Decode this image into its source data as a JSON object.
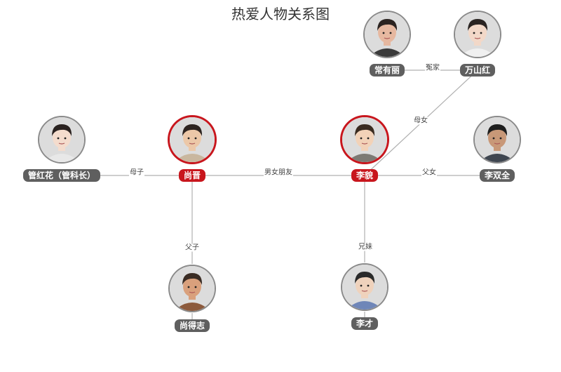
{
  "title": "热爱人物关系图",
  "colors": {
    "main": "#c8161d",
    "secondary": "#5f5f5f",
    "line": "#b0b0b0"
  },
  "people": {
    "changyouli": {
      "name": "常有丽",
      "main": false,
      "skin": "#e6b8a0",
      "hair": "#2b2320",
      "cloth": "#3a3a3a"
    },
    "wanshanhong": {
      "name": "万山红",
      "main": false,
      "skin": "#f2d8c8",
      "hair": "#2a2422",
      "cloth": "#f0f0f0"
    },
    "guanhonghua": {
      "name": "管红花（管科长）",
      "main": false,
      "skin": "#f4dccd",
      "hair": "#2a2220",
      "cloth": "#e8e8e8"
    },
    "shangjin": {
      "name": "尚晋",
      "main": true,
      "skin": "#ecc8a8",
      "hair": "#2d2420",
      "cloth": "#c9b79f"
    },
    "limao": {
      "name": "李貌",
      "main": true,
      "skin": "#f2d2b8",
      "hair": "#3a2b20",
      "cloth": "#7d7a74"
    },
    "lishuangquan": {
      "name": "李双全",
      "main": false,
      "skin": "#c89878",
      "hair": "#1e1e1e",
      "cloth": "#3f4650"
    },
    "shangdezhi": {
      "name": "尚得志",
      "main": false,
      "skin": "#d9a07c",
      "hair": "#3a2c24",
      "cloth": "#8c5a3c"
    },
    "licai": {
      "name": "李才",
      "main": false,
      "skin": "#efd2bc",
      "hair": "#2a2a2a",
      "cloth": "#6f86b8"
    }
  },
  "relations": {
    "changyouli_wanshanhong": "冤家",
    "wanshanhong_limao": "母女",
    "guanhonghua_shangjin": "母子",
    "shangjin_limao": "男女朋友",
    "limao_lishuangquan": "父女",
    "shangjin_shangdezhi": "父子",
    "limao_licai": "兄妹"
  }
}
